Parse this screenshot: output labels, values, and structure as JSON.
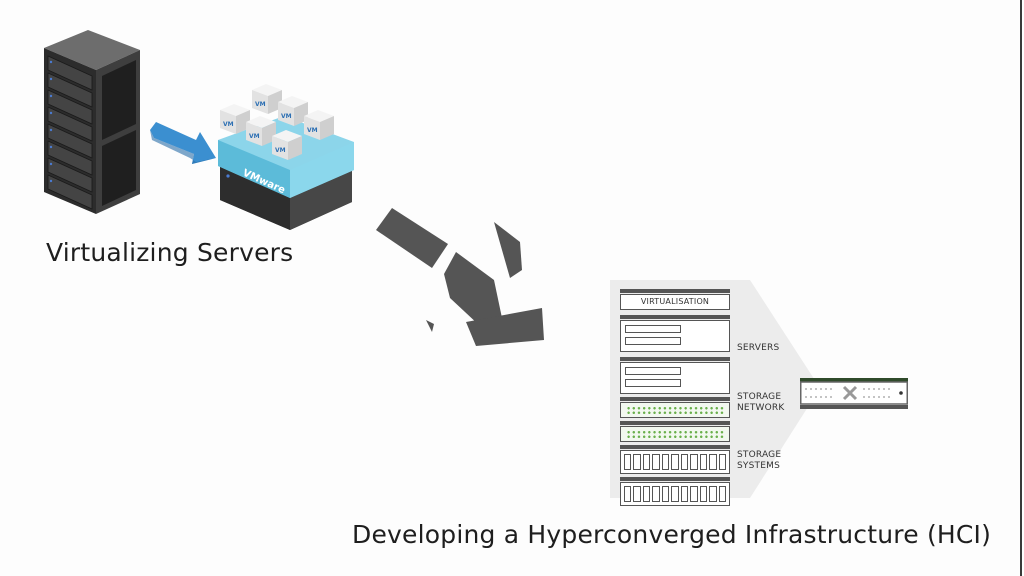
{
  "left_panel": {
    "caption": "Virtualizing Servers",
    "hypervisor_label": "VMware",
    "vm_label": "VM",
    "vm_count": 6,
    "arrow_color": "#3b8fd0"
  },
  "transition_arrow": {
    "icon": "diagonal-arrow-down-right",
    "color": "#555555"
  },
  "hci_diagram": {
    "layers": [
      {
        "id": "virtualisation",
        "label": "VIRTUALISATION"
      },
      {
        "id": "servers",
        "label": "SERVERS"
      },
      {
        "id": "storage-network",
        "label_line1": "STORAGE",
        "label_line2": "NETWORK"
      },
      {
        "id": "storage-systems",
        "label_line1": "STORAGE",
        "label_line2": "SYSTEMS"
      }
    ],
    "accent_color": "#6ab04c",
    "converged_node": "hyperconverged-appliance"
  },
  "right_panel": {
    "caption": "Developing a Hyperconverged Infrastructure (HCI)"
  }
}
